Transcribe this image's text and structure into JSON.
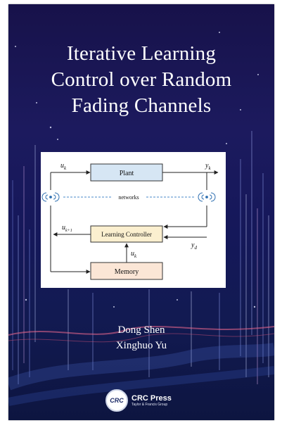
{
  "book": {
    "title_lines": [
      "Iterative Learning",
      "Control over Random",
      "Fading Channels"
    ],
    "authors": [
      "Dong Shen",
      "Xinghuo Yu"
    ]
  },
  "diagram": {
    "plant": "Plant",
    "networks": "networks",
    "controller": "Learning Controller",
    "memory": "Memory",
    "u_k": "u",
    "u_k_sub": "k",
    "y_k": "y",
    "y_k_sub": "k",
    "u_k1": "u",
    "u_k1_sub": "k+1",
    "y_d": "y",
    "y_d_sub": "d",
    "u_k_mid": "u",
    "u_k_mid_sub": "k"
  },
  "publisher": {
    "logo": "CRC",
    "name": "CRC Press",
    "subtitle": "Taylor & Francis Group"
  },
  "colors": {
    "background": "#17124a",
    "plant_box": "#d6e6f4",
    "controller_box": "#fbefcf",
    "memory_box": "#fbe6d6"
  }
}
